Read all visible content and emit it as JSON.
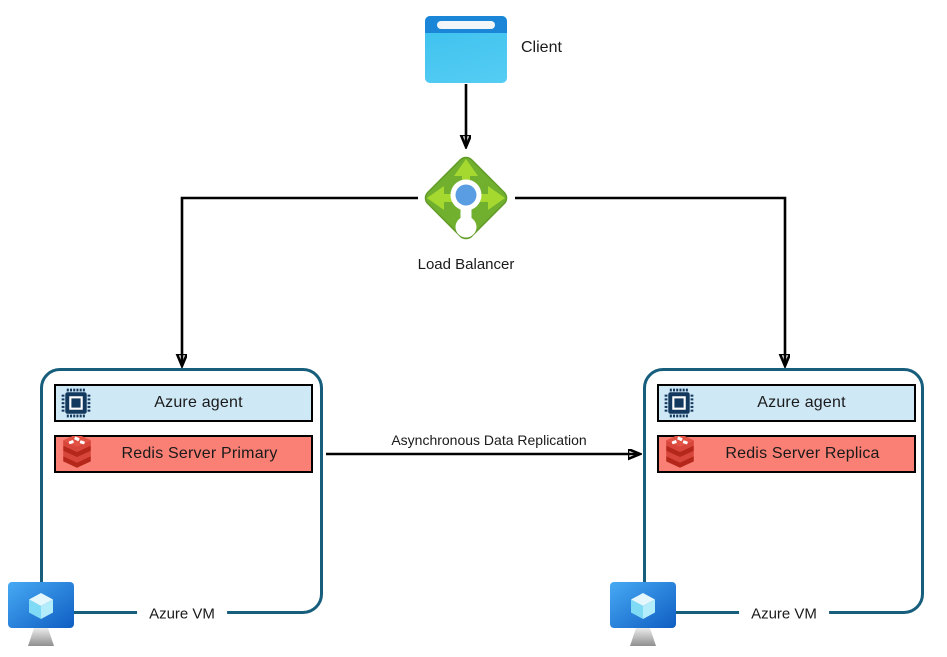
{
  "diagram": {
    "client": {
      "label": "Client"
    },
    "load_balancer": {
      "label": "Load Balancer"
    },
    "replication": {
      "label": "Asynchronous Data Replication"
    },
    "vm_left": {
      "label": "Azure VM",
      "agent": {
        "label": "Azure agent"
      },
      "redis": {
        "label": "Redis Server Primary"
      }
    },
    "vm_right": {
      "label": "Azure VM",
      "agent": {
        "label": "Azure agent"
      },
      "redis": {
        "label": "Redis Server Replica"
      }
    }
  },
  "colors": {
    "box-border": "#175e7d",
    "agent-bg": "#cfe8f6",
    "redis-bg": "#fa7f74",
    "connector": "#000000",
    "lb-green": "#71b02f",
    "lb-arrow": "#a6d930",
    "client-header": "#1b86d8",
    "client-body": "#3bc0ee"
  }
}
